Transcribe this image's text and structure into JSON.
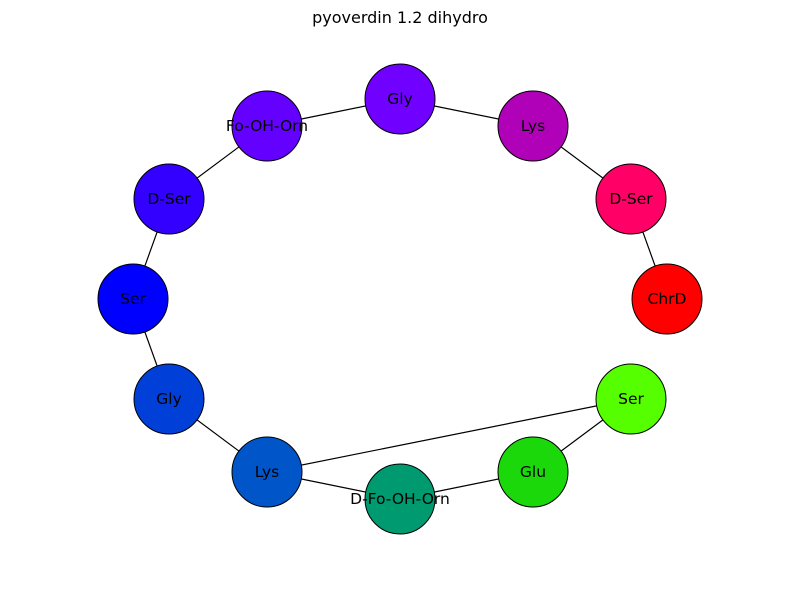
{
  "title": "pyoverdin 1.2 dihydro",
  "nodes": [
    {
      "id": "n0",
      "label": "ChrD",
      "color": "#ff0000"
    },
    {
      "id": "n1",
      "label": "D-Ser",
      "color": "#ff0066"
    },
    {
      "id": "n2",
      "label": "Lys",
      "color": "#b000b8"
    },
    {
      "id": "n3",
      "label": "Gly",
      "color": "#7000ff"
    },
    {
      "id": "n4",
      "label": "Fo-OH-Orn",
      "color": "#6400ff"
    },
    {
      "id": "n5",
      "label": "D-Ser",
      "color": "#3300ff"
    },
    {
      "id": "n6",
      "label": "Ser",
      "color": "#0000ff"
    },
    {
      "id": "n7",
      "label": "Gly",
      "color": "#0040d8"
    },
    {
      "id": "n8",
      "label": "Lys",
      "color": "#0055c8"
    },
    {
      "id": "n9",
      "label": "D-Fo-OH-Orn",
      "color": "#009a70"
    },
    {
      "id": "n10",
      "label": "Glu",
      "color": "#1ad80a"
    },
    {
      "id": "n11",
      "label": "Ser",
      "color": "#55ff00"
    }
  ],
  "edges": [
    [
      "n0",
      "n1"
    ],
    [
      "n1",
      "n2"
    ],
    [
      "n2",
      "n3"
    ],
    [
      "n3",
      "n4"
    ],
    [
      "n4",
      "n5"
    ],
    [
      "n5",
      "n6"
    ],
    [
      "n6",
      "n7"
    ],
    [
      "n7",
      "n8"
    ],
    [
      "n8",
      "n9"
    ],
    [
      "n9",
      "n10"
    ],
    [
      "n10",
      "n11"
    ],
    [
      "n11",
      "n8"
    ]
  ]
}
